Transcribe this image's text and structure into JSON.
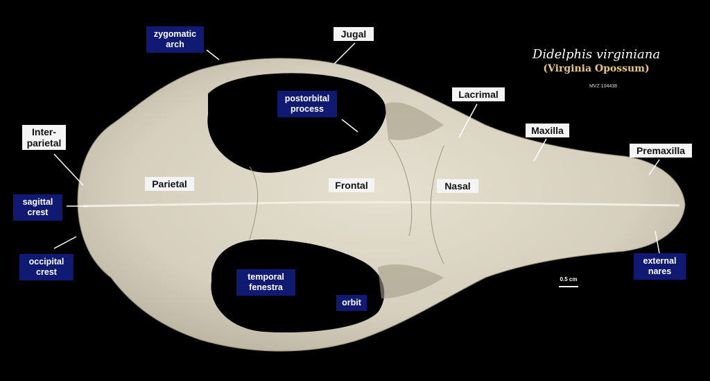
{
  "header": {
    "scientific_name": "Didelphis virginiana",
    "common_name": "(Virginia Opossum)",
    "specimen_id": "MVZ 104438"
  },
  "scale": {
    "label": "0.5 cm"
  },
  "labels": {
    "zygomatic_arch": "zygomatic\narch",
    "jugal": "Jugal",
    "postorbital_process": "postorbital\nprocess",
    "lacrimal": "Lacrimal",
    "maxilla": "Maxilla",
    "premaxilla": "Premaxilla",
    "interparietal": "Inter-\nparietal",
    "parietal": "Parietal",
    "frontal": "Frontal",
    "nasal": "Nasal",
    "sagittal_crest": "sagittal\ncrest",
    "occipital_crest": "occipital\ncrest",
    "temporal_fenestra": "temporal\nfenestra",
    "orbit": "orbit",
    "external_nares": "external\nnares"
  },
  "colors": {
    "background": "#000000",
    "bone": "#d9d3c3",
    "label_white_bg": "#f4f4f4",
    "label_blue_bg": "#101a72",
    "common_name": "#e8c87a"
  }
}
